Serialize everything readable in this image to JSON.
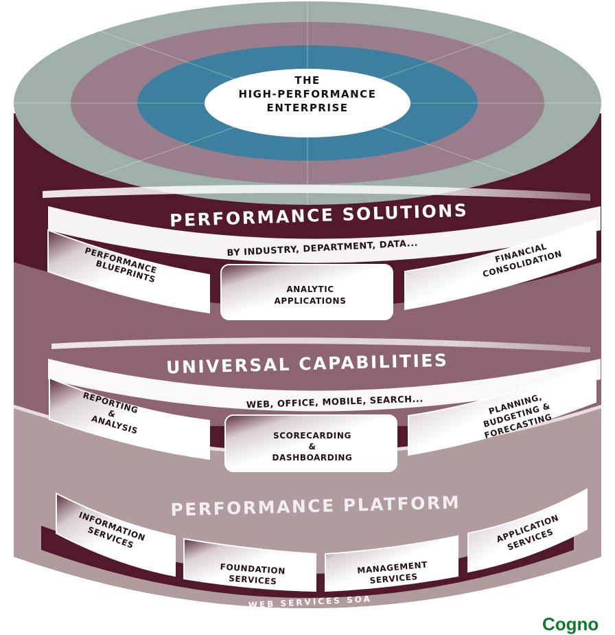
{
  "core": {
    "line1": "THE",
    "line2": "HIGH-PERFORMANCE",
    "line3": "ENTERPRISE"
  },
  "solutions": {
    "title": "PERFORMANCE SOLUTIONS",
    "subtitle": "BY INDUSTRY, DEPARTMENT, DATA...",
    "items": [
      {
        "line1": "PERFORMANCE",
        "line2": "BLUEPRINTS"
      },
      {
        "line1": "ANALYTIC",
        "line2": "APPLICATIONS"
      },
      {
        "line1": "FINANCIAL",
        "line2": "CONSOLIDATION"
      }
    ]
  },
  "capabilities": {
    "title": "UNIVERSAL CAPABILITIES",
    "subtitle": "WEB, OFFICE, MOBILE, SEARCH...",
    "items": [
      {
        "line1": "REPORTING",
        "line2": "&",
        "line3": "ANALYSIS"
      },
      {
        "line1": "SCORECARDING",
        "line2": "&",
        "line3": "DASHBOARDING"
      },
      {
        "line1": "PLANNING,",
        "line2": "BUDGETING &",
        "line3": "FORECASTING"
      }
    ]
  },
  "platform": {
    "title": "PERFORMANCE PLATFORM",
    "items": [
      {
        "line1": "INFORMATION",
        "line2": "SERVICES"
      },
      {
        "line1": "FOUNDATION",
        "line2": "SERVICES"
      },
      {
        "line1": "MANAGEMENT",
        "line2": "SERVICES"
      },
      {
        "line1": "APPLICATION",
        "line2": "SERVICES"
      }
    ],
    "base_label": "WEB SERVICES SOA"
  },
  "logo": "Cogno",
  "colors": {
    "maroon": "#52192c",
    "mid_band": "#8c6570",
    "light_band": "#b09b9f",
    "top_outer": "#9fb0ab",
    "top_ring": "#9a7d8c",
    "top_inner": "#3d7f9e",
    "logo_green": "#0f7a2c"
  }
}
